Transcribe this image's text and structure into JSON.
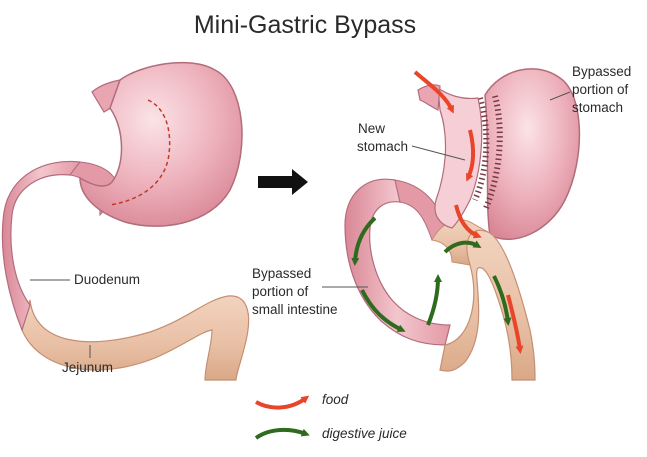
{
  "title": "Mini-Gastric Bypass",
  "labels": {
    "duodenum": "Duodenum",
    "jejunum": "Jejunum",
    "new_stomach": [
      "New",
      "stomach"
    ],
    "bypassed_stomach": [
      "Bypassed",
      "portion of",
      "stomach"
    ],
    "bypassed_intestine": [
      "Bypassed",
      "portion of",
      "small intestine"
    ]
  },
  "legend": {
    "food": "food",
    "digestive_juice": "digestive juice"
  },
  "colors": {
    "stomach_pink": "#e8a3b0",
    "stomach_highlight": "#f9dde2",
    "stomach_outline": "#b26c7a",
    "intestine_tan": "#e8bfa4",
    "intestine_outline": "#c48f72",
    "food_arrow": "#e8452a",
    "juice_arrow": "#2e6b1f",
    "cut_line": "#c0392b"
  },
  "icons": {
    "transition": "right-arrow-icon",
    "food_legend": "red-curved-arrow-icon",
    "juice_legend": "green-curved-arrow-icon"
  }
}
